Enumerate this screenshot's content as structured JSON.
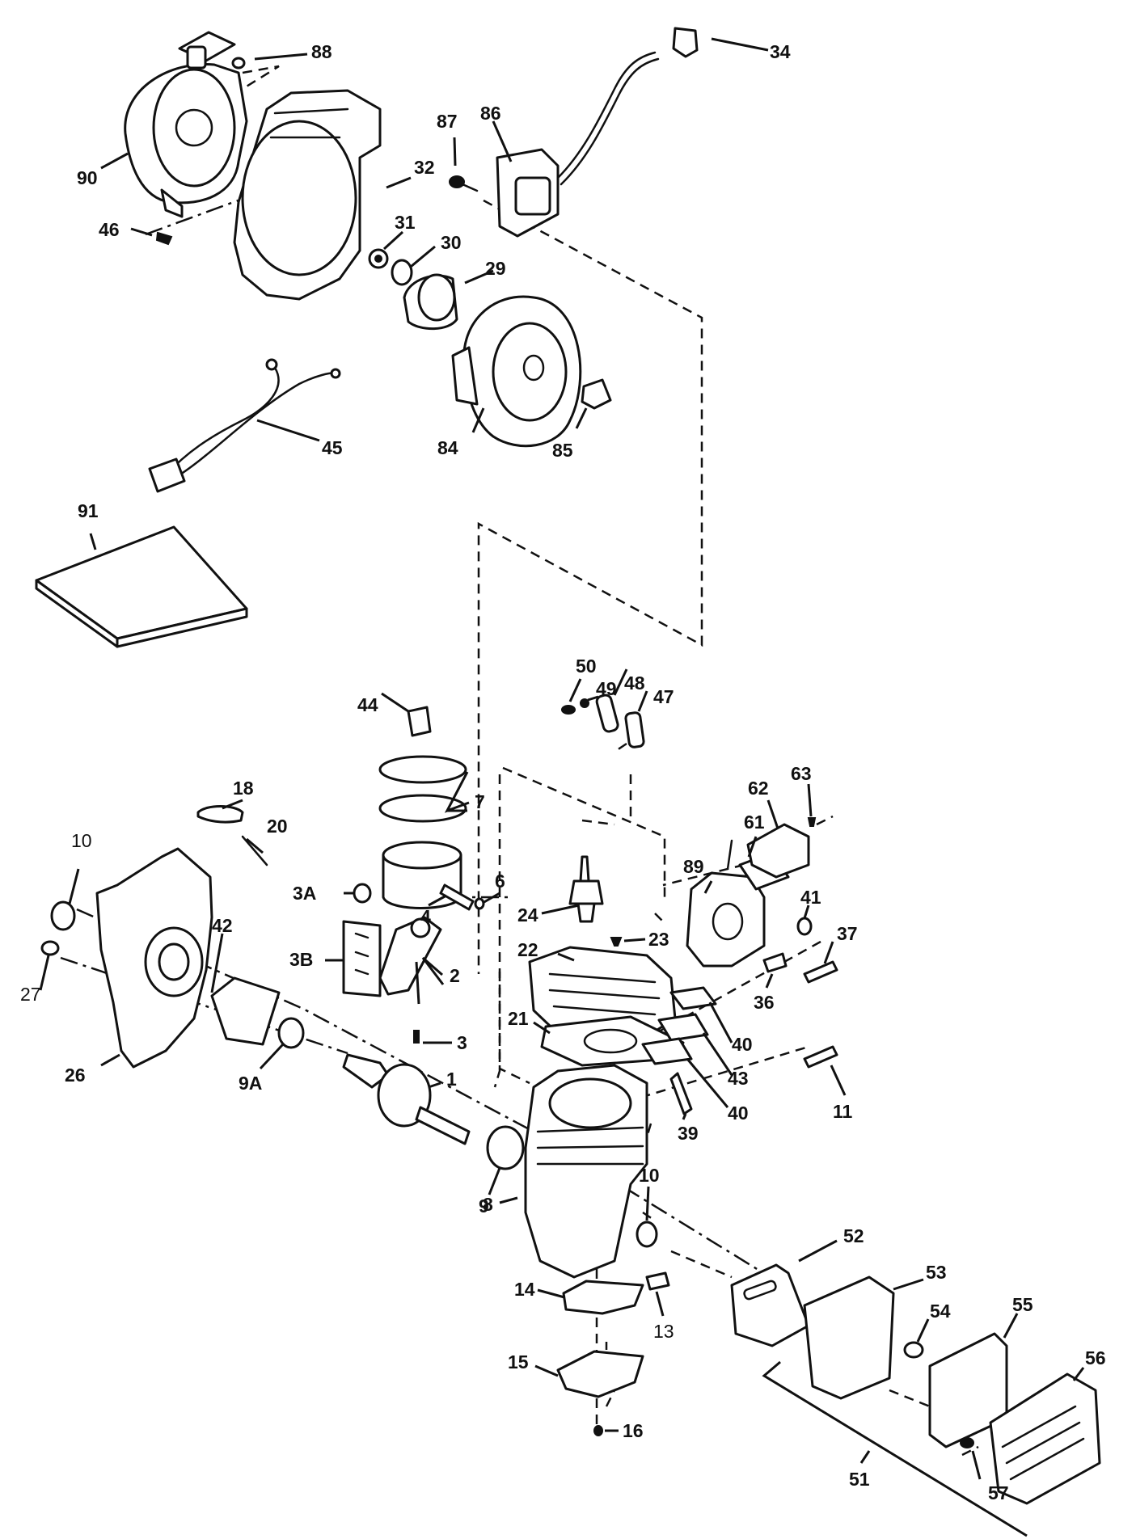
{
  "diagram": {
    "colors": {
      "ink": "#111111",
      "paper": "#ffffff"
    },
    "callouts": [
      {
        "id": "c88",
        "text": "88"
      },
      {
        "id": "c34",
        "text": "34"
      },
      {
        "id": "c90",
        "text": "90"
      },
      {
        "id": "c87",
        "text": "87"
      },
      {
        "id": "c86",
        "text": "86"
      },
      {
        "id": "c32",
        "text": "32"
      },
      {
        "id": "c46",
        "text": "46"
      },
      {
        "id": "c31",
        "text": "31"
      },
      {
        "id": "c30",
        "text": "30"
      },
      {
        "id": "c29",
        "text": "29"
      },
      {
        "id": "c45",
        "text": "45"
      },
      {
        "id": "c84",
        "text": "84"
      },
      {
        "id": "c85",
        "text": "85"
      },
      {
        "id": "c91",
        "text": "91"
      },
      {
        "id": "c50",
        "text": "50"
      },
      {
        "id": "c49",
        "text": "49"
      },
      {
        "id": "c48",
        "text": "48"
      },
      {
        "id": "c47",
        "text": "47"
      },
      {
        "id": "c44",
        "text": "44"
      },
      {
        "id": "c63",
        "text": "63"
      },
      {
        "id": "c62",
        "text": "62"
      },
      {
        "id": "c18",
        "text": "18"
      },
      {
        "id": "c7",
        "text": "7"
      },
      {
        "id": "c61",
        "text": "61"
      },
      {
        "id": "c20",
        "text": "20"
      },
      {
        "id": "c89",
        "text": "89"
      },
      {
        "id": "c10a",
        "text": "10"
      },
      {
        "id": "c6",
        "text": "6"
      },
      {
        "id": "c3A",
        "text": "3A"
      },
      {
        "id": "c4",
        "text": "4"
      },
      {
        "id": "c24",
        "text": "24"
      },
      {
        "id": "c41",
        "text": "41"
      },
      {
        "id": "c42",
        "text": "42"
      },
      {
        "id": "c23",
        "text": "23"
      },
      {
        "id": "c37",
        "text": "37"
      },
      {
        "id": "c3B",
        "text": "3B"
      },
      {
        "id": "c22",
        "text": "22"
      },
      {
        "id": "c2",
        "text": "2"
      },
      {
        "id": "c27",
        "text": "27"
      },
      {
        "id": "c36",
        "text": "36"
      },
      {
        "id": "c21",
        "text": "21"
      },
      {
        "id": "c40a",
        "text": "40"
      },
      {
        "id": "c3",
        "text": "3"
      },
      {
        "id": "c26",
        "text": "26"
      },
      {
        "id": "c43",
        "text": "43"
      },
      {
        "id": "c9A",
        "text": "9A"
      },
      {
        "id": "c1",
        "text": "1"
      },
      {
        "id": "c40b",
        "text": "40"
      },
      {
        "id": "c11",
        "text": "11"
      },
      {
        "id": "c39",
        "text": "39"
      },
      {
        "id": "c10b",
        "text": "10"
      },
      {
        "id": "c9",
        "text": "9"
      },
      {
        "id": "c8",
        "text": "8"
      },
      {
        "id": "c52",
        "text": "52"
      },
      {
        "id": "c53",
        "text": "53"
      },
      {
        "id": "c14",
        "text": "14"
      },
      {
        "id": "c13",
        "text": "13"
      },
      {
        "id": "c54",
        "text": "54"
      },
      {
        "id": "c55",
        "text": "55"
      },
      {
        "id": "c56",
        "text": "56"
      },
      {
        "id": "c15",
        "text": "15"
      },
      {
        "id": "c16",
        "text": "16"
      },
      {
        "id": "c51",
        "text": "51"
      },
      {
        "id": "c57",
        "text": "57"
      }
    ]
  }
}
